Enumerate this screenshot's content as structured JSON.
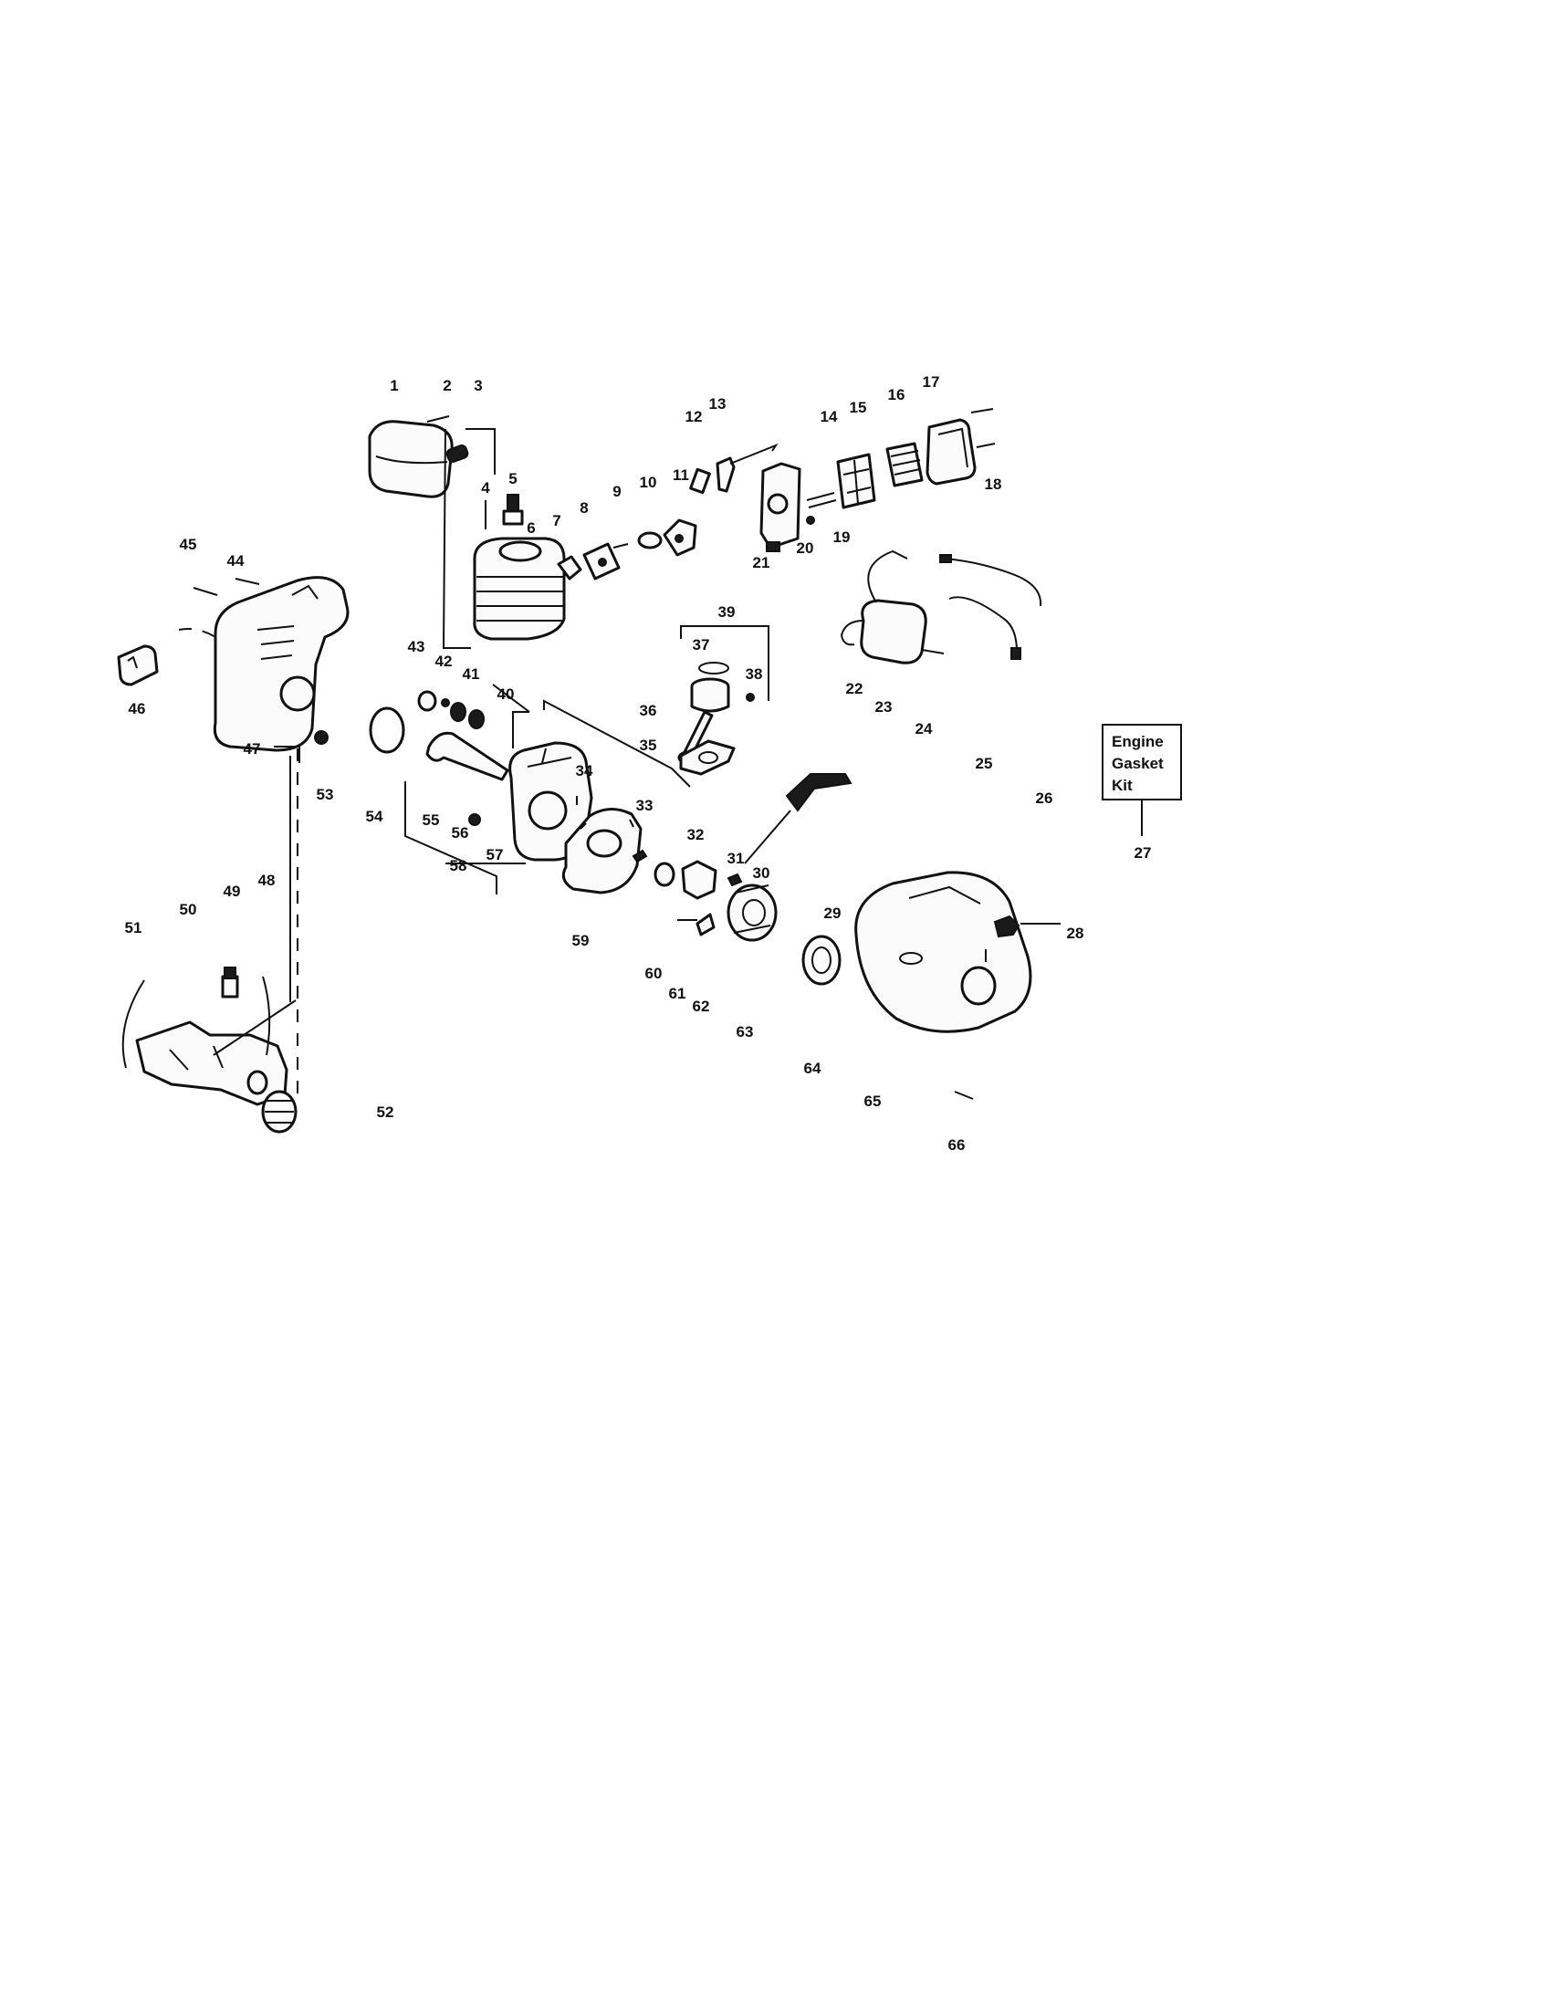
{
  "callouts": [
    "1",
    "2",
    "3",
    "4",
    "5",
    "6",
    "7",
    "8",
    "9",
    "10",
    "11",
    "12",
    "13",
    "14",
    "15",
    "16",
    "17",
    "18",
    "19",
    "20",
    "21",
    "22",
    "23",
    "24",
    "25",
    "26",
    "27",
    "28",
    "29",
    "30",
    "31",
    "32",
    "33",
    "34",
    "35",
    "36",
    "37",
    "38",
    "39",
    "40",
    "41",
    "42",
    "43",
    "44",
    "45",
    "46",
    "47",
    "48",
    "49",
    "50",
    "51",
    "52",
    "53",
    "54",
    "55",
    "56",
    "57",
    "58",
    "59",
    "60",
    "61",
    "62",
    "63",
    "64",
    "65",
    "66"
  ],
  "kit": {
    "line1": "Engine",
    "line2": "Gasket",
    "line3": "Kit",
    "number": "27"
  }
}
